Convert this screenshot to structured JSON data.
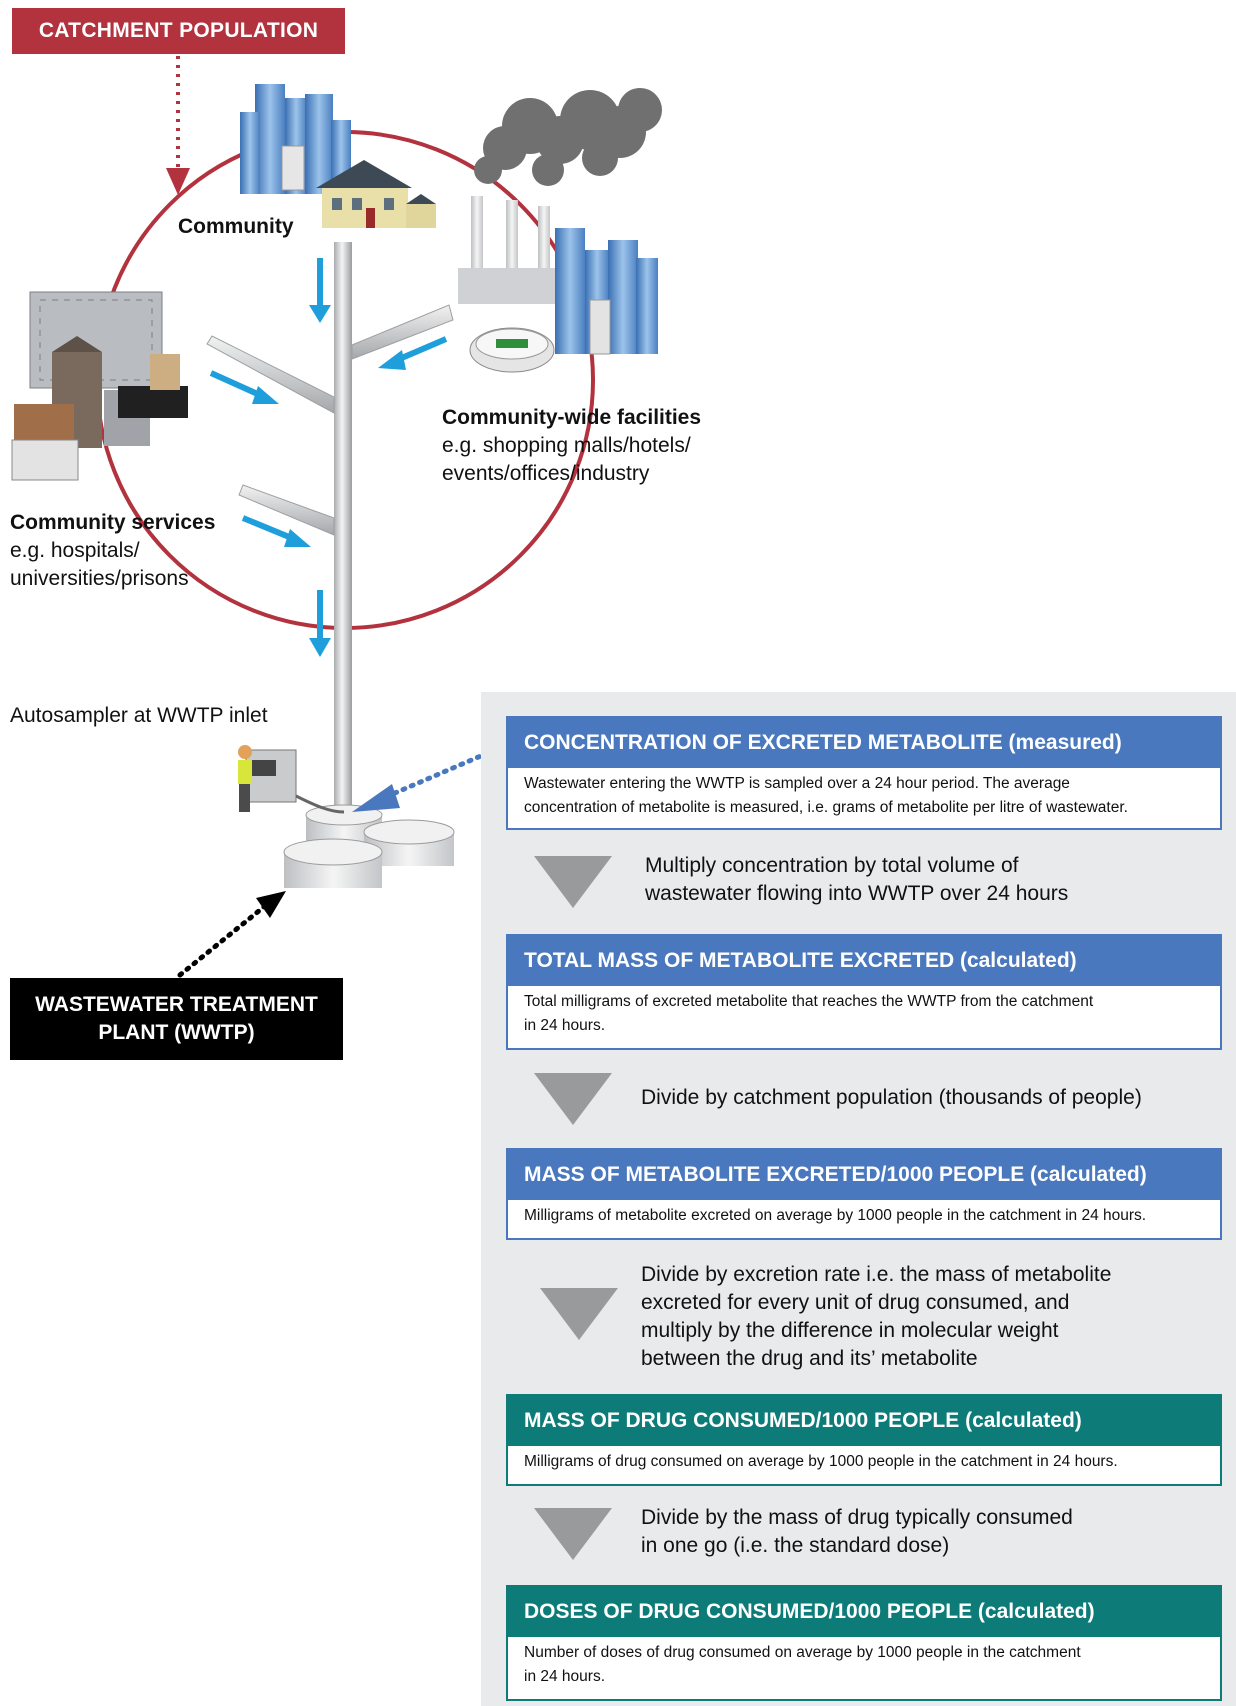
{
  "catchment_label": "CATCHMENT POPULATION",
  "wwtp_label": [
    "WASTEWATER TREATMENT",
    "PLANT (WWTP)"
  ],
  "community_label": "Community",
  "facilities": {
    "title": "Community-wide facilities",
    "lines": [
      "e.g. shopping malls/hotels/",
      "events/offices/industry"
    ]
  },
  "services": {
    "title": "Community services",
    "lines": [
      "e.g. hospitals/",
      "universities/prisons"
    ]
  },
  "autosampler_label": "Autosampler at WWTP inlet",
  "boxes": [
    {
      "title": "CONCENTRATION OF EXCRETED METABOLITE (measured)",
      "lines": [
        "Wastewater entering the WWTP is sampled over a 24 hour period. The average",
        "concentration of metabolite is measured, i.e. grams of metabolite per litre of wastewater."
      ]
    },
    {
      "title": "TOTAL MASS OF METABOLITE EXCRETED (calculated)",
      "lines": [
        "Total milligrams of excreted metabolite that reaches the WWTP from the catchment",
        "in 24 hours."
      ]
    },
    {
      "title": "MASS OF METABOLITE EXCRETED/1000 PEOPLE (calculated)",
      "lines": [
        "Milligrams of metabolite excreted on average by 1000 people in the catchment in 24 hours."
      ]
    },
    {
      "title": "MASS OF DRUG CONSUMED/1000 PEOPLE (calculated)",
      "lines": [
        "Milligrams of drug consumed on average by 1000 people in the catchment in 24 hours."
      ]
    },
    {
      "title": "DOSES OF DRUG CONSUMED/1000 PEOPLE (calculated)",
      "lines": [
        "Number of doses of drug consumed on average by 1000 people in the catchment",
        "in 24 hours."
      ]
    }
  ],
  "steps": [
    [
      "Multiply concentration by total volume of",
      "wastewater flowing into WWTP over 24 hours"
    ],
    [
      "Divide by catchment population (thousands of people)"
    ],
    [
      "Divide by excretion rate i.e. the mass of metabolite",
      "excreted for every unit of drug consumed, and",
      "multiply by the difference in molecular weight",
      "between the drug and its’ metabolite"
    ],
    [
      "Divide by the mass of drug typically consumed",
      "in one go (i.e. the standard dose)"
    ]
  ],
  "colors": {
    "red": "#b2323e",
    "blue": "#4a78bf",
    "teal": "#0d7b78",
    "arrow_blue": "#1e9fdc",
    "panel": "#e9eaec"
  }
}
